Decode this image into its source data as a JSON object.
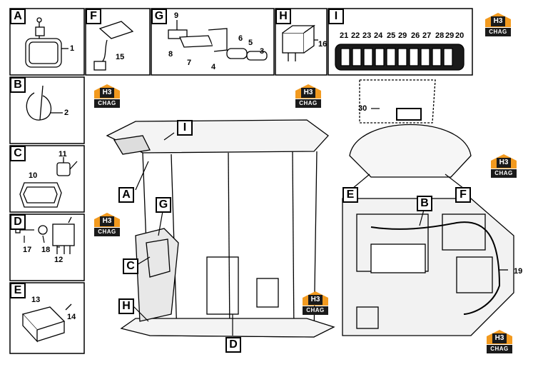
{
  "panels": {
    "A": "A",
    "B": "B",
    "C": "C",
    "D": "D",
    "E": "E",
    "F": "F",
    "G": "G",
    "H": "H",
    "I": "I"
  },
  "callouts": {
    "cab_I": "I",
    "cab_A": "A",
    "cab_G": "G",
    "cab_C": "C",
    "cab_H": "H",
    "cab_D": "D",
    "floor_E": "E",
    "floor_B": "B",
    "floor_F": "F"
  },
  "part_numbers": {
    "p1": "1",
    "p2": "2",
    "p3": "3",
    "p4": "4",
    "p5": "5",
    "p6": "6",
    "p7": "7",
    "p8": "8",
    "p9": "9",
    "p10": "10",
    "p11": "11",
    "p12": "12",
    "p13": "13",
    "p14": "14",
    "p15": "15",
    "p16": "16",
    "p17": "17",
    "p18": "18",
    "p19": "19",
    "p30": "30"
  },
  "switch_panel_numbers": [
    "21",
    "22",
    "23",
    "24",
    "25",
    "29",
    "26",
    "27",
    "28",
    "29",
    "20"
  ],
  "watermark": {
    "logo": "H3",
    "text": "CHAG",
    "color": "#f29a1f"
  }
}
